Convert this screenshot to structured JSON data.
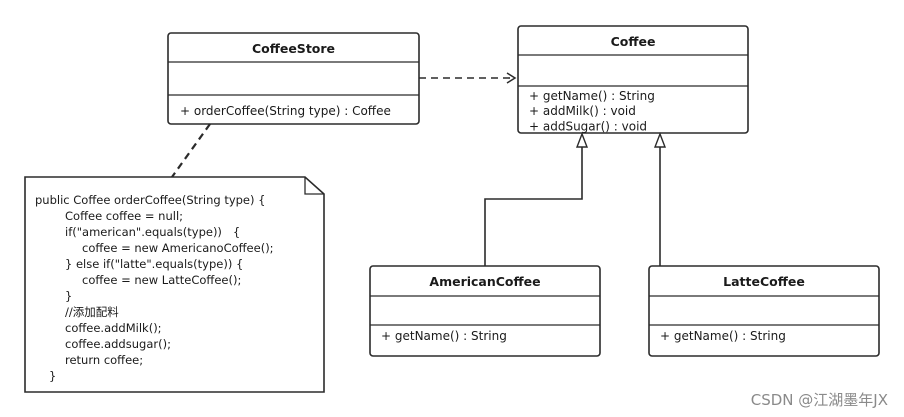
{
  "diagram": {
    "classes": {
      "coffee_store": {
        "name": "CoffeeStore",
        "attributes": [],
        "methods": [
          "+ orderCoffee(String type) : Coffee"
        ]
      },
      "coffee": {
        "name": "Coffee",
        "attributes": [],
        "methods": [
          "+ getName() : String",
          "+ addMilk() : void",
          "+ addSugar() : void"
        ]
      },
      "american_coffee": {
        "name": "AmericanCoffee",
        "attributes": [],
        "methods": [
          "+ getName() : String"
        ]
      },
      "latte_coffee": {
        "name": "LatteCoffee",
        "attributes": [],
        "methods": [
          "+ getName() : String"
        ]
      }
    },
    "note": {
      "lines": [
        "public Coffee orderCoffee(String type) {",
        "Coffee coffee = null;",
        "if(\"american\".equals(type))   {",
        "coffee = new AmericanoCoffee();",
        "} else if(\"latte\".equals(type)) {",
        "coffee = new LatteCoffee();",
        "}",
        "//添加配料",
        "coffee.addMilk();",
        "coffee.addsugar();",
        "return coffee;",
        "}"
      ]
    },
    "relations": [
      {
        "type": "dependency",
        "from": "CoffeeStore",
        "to": "Coffee"
      },
      {
        "type": "generalization",
        "from": "AmericanCoffee",
        "to": "Coffee"
      },
      {
        "type": "generalization",
        "from": "LatteCoffee",
        "to": "Coffee"
      },
      {
        "type": "note-anchor",
        "from": "note",
        "to": "CoffeeStore"
      }
    ],
    "colors": {
      "line": "#2b2b2b",
      "background": "#ffffff",
      "watermark": "#8a8a8a"
    }
  },
  "watermark": "CSDN @江湖墨年JX"
}
